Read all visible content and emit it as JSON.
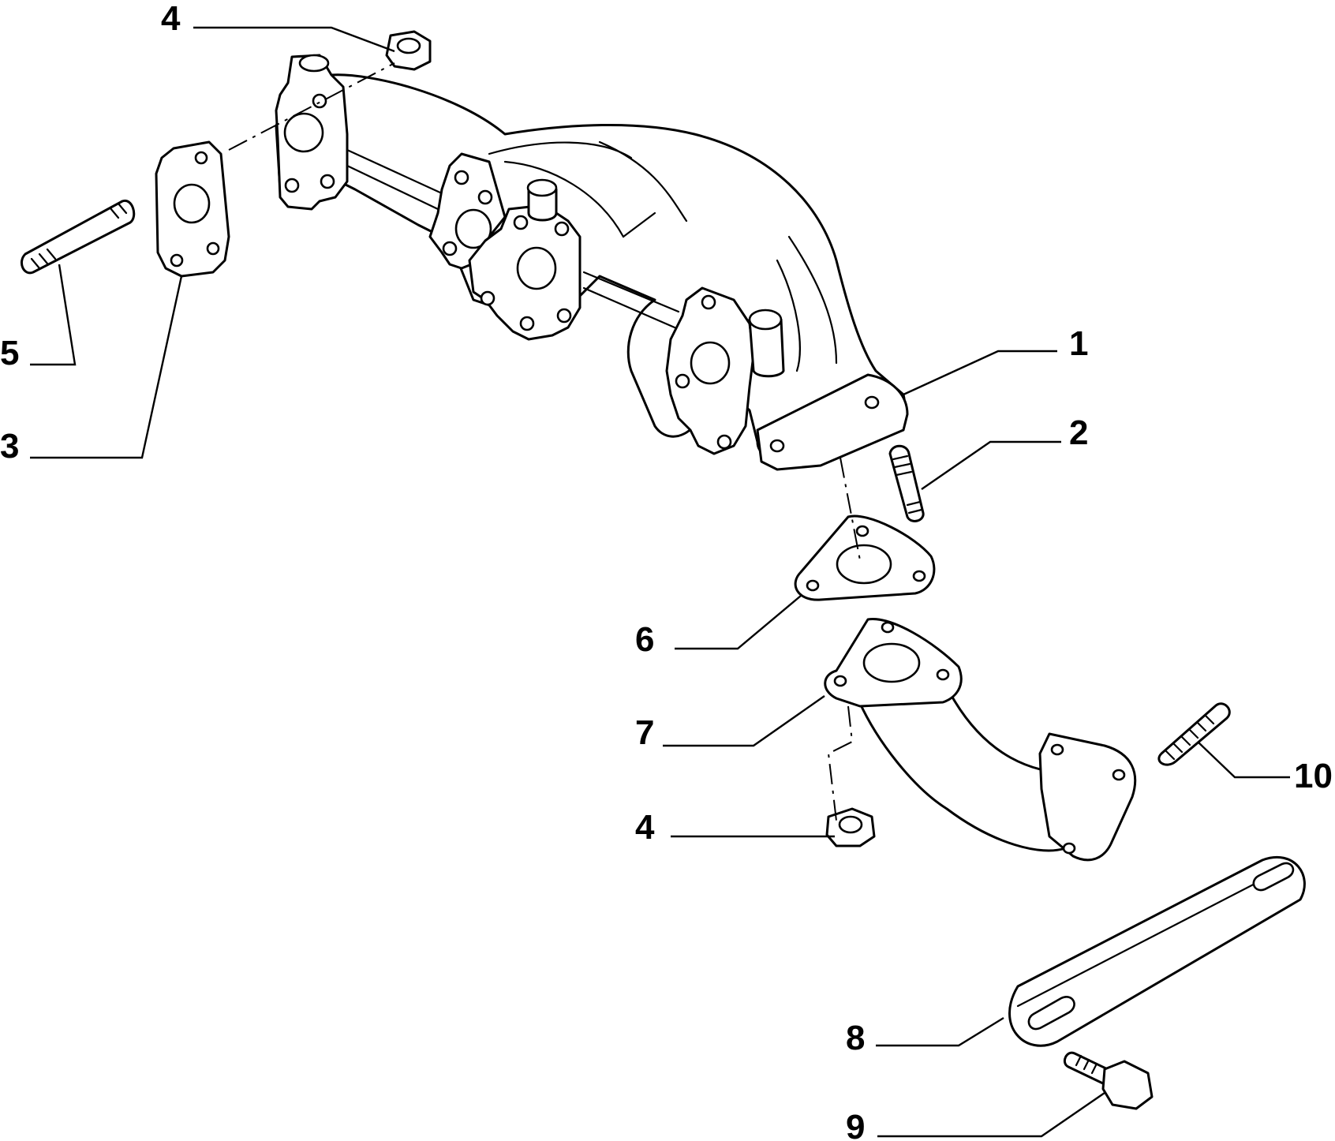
{
  "diagram": {
    "callouts": [
      {
        "id": "c4a",
        "label": "4"
      },
      {
        "id": "c5",
        "label": "5"
      },
      {
        "id": "c3",
        "label": "3"
      },
      {
        "id": "c1",
        "label": "1"
      },
      {
        "id": "c2",
        "label": "2"
      },
      {
        "id": "c6",
        "label": "6"
      },
      {
        "id": "c7",
        "label": "7"
      },
      {
        "id": "c4b",
        "label": "4"
      },
      {
        "id": "c10",
        "label": "10"
      },
      {
        "id": "c8",
        "label": "8"
      },
      {
        "id": "c9",
        "label": "9"
      }
    ]
  }
}
